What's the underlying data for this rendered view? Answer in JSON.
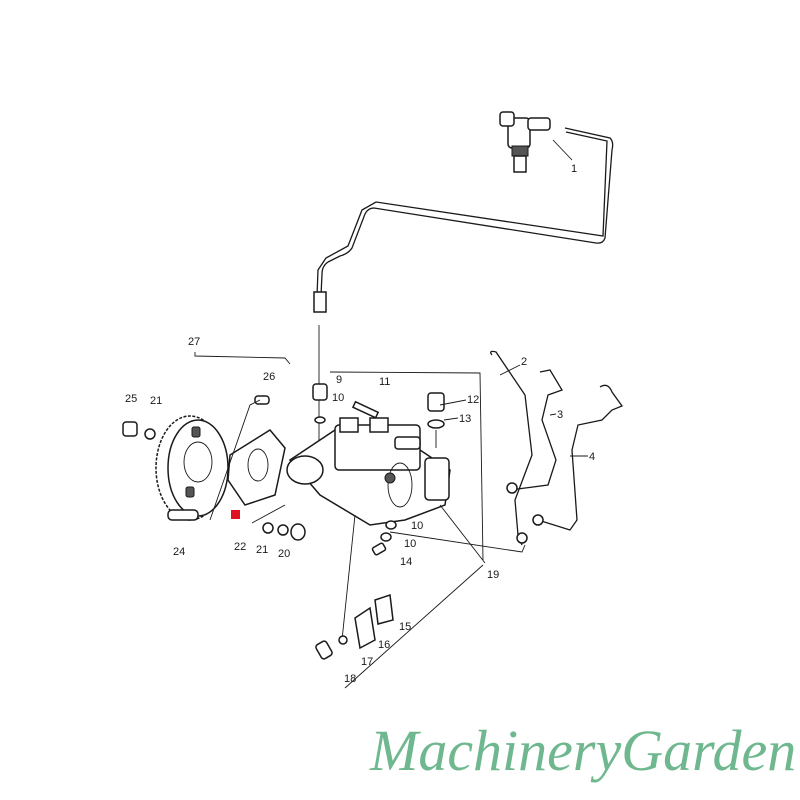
{
  "diagram": {
    "watermark": "MachineryGarden",
    "highlight_color": "#e0101e",
    "watermark_color": "#3fa06a",
    "callouts": [
      "1",
      "2",
      "3",
      "4",
      "9",
      "10",
      "11",
      "12",
      "13",
      "10",
      "10",
      "14",
      "19",
      "15",
      "16",
      "17",
      "18",
      "27",
      "26",
      "25",
      "21",
      "24",
      "22",
      "21",
      "20"
    ]
  }
}
